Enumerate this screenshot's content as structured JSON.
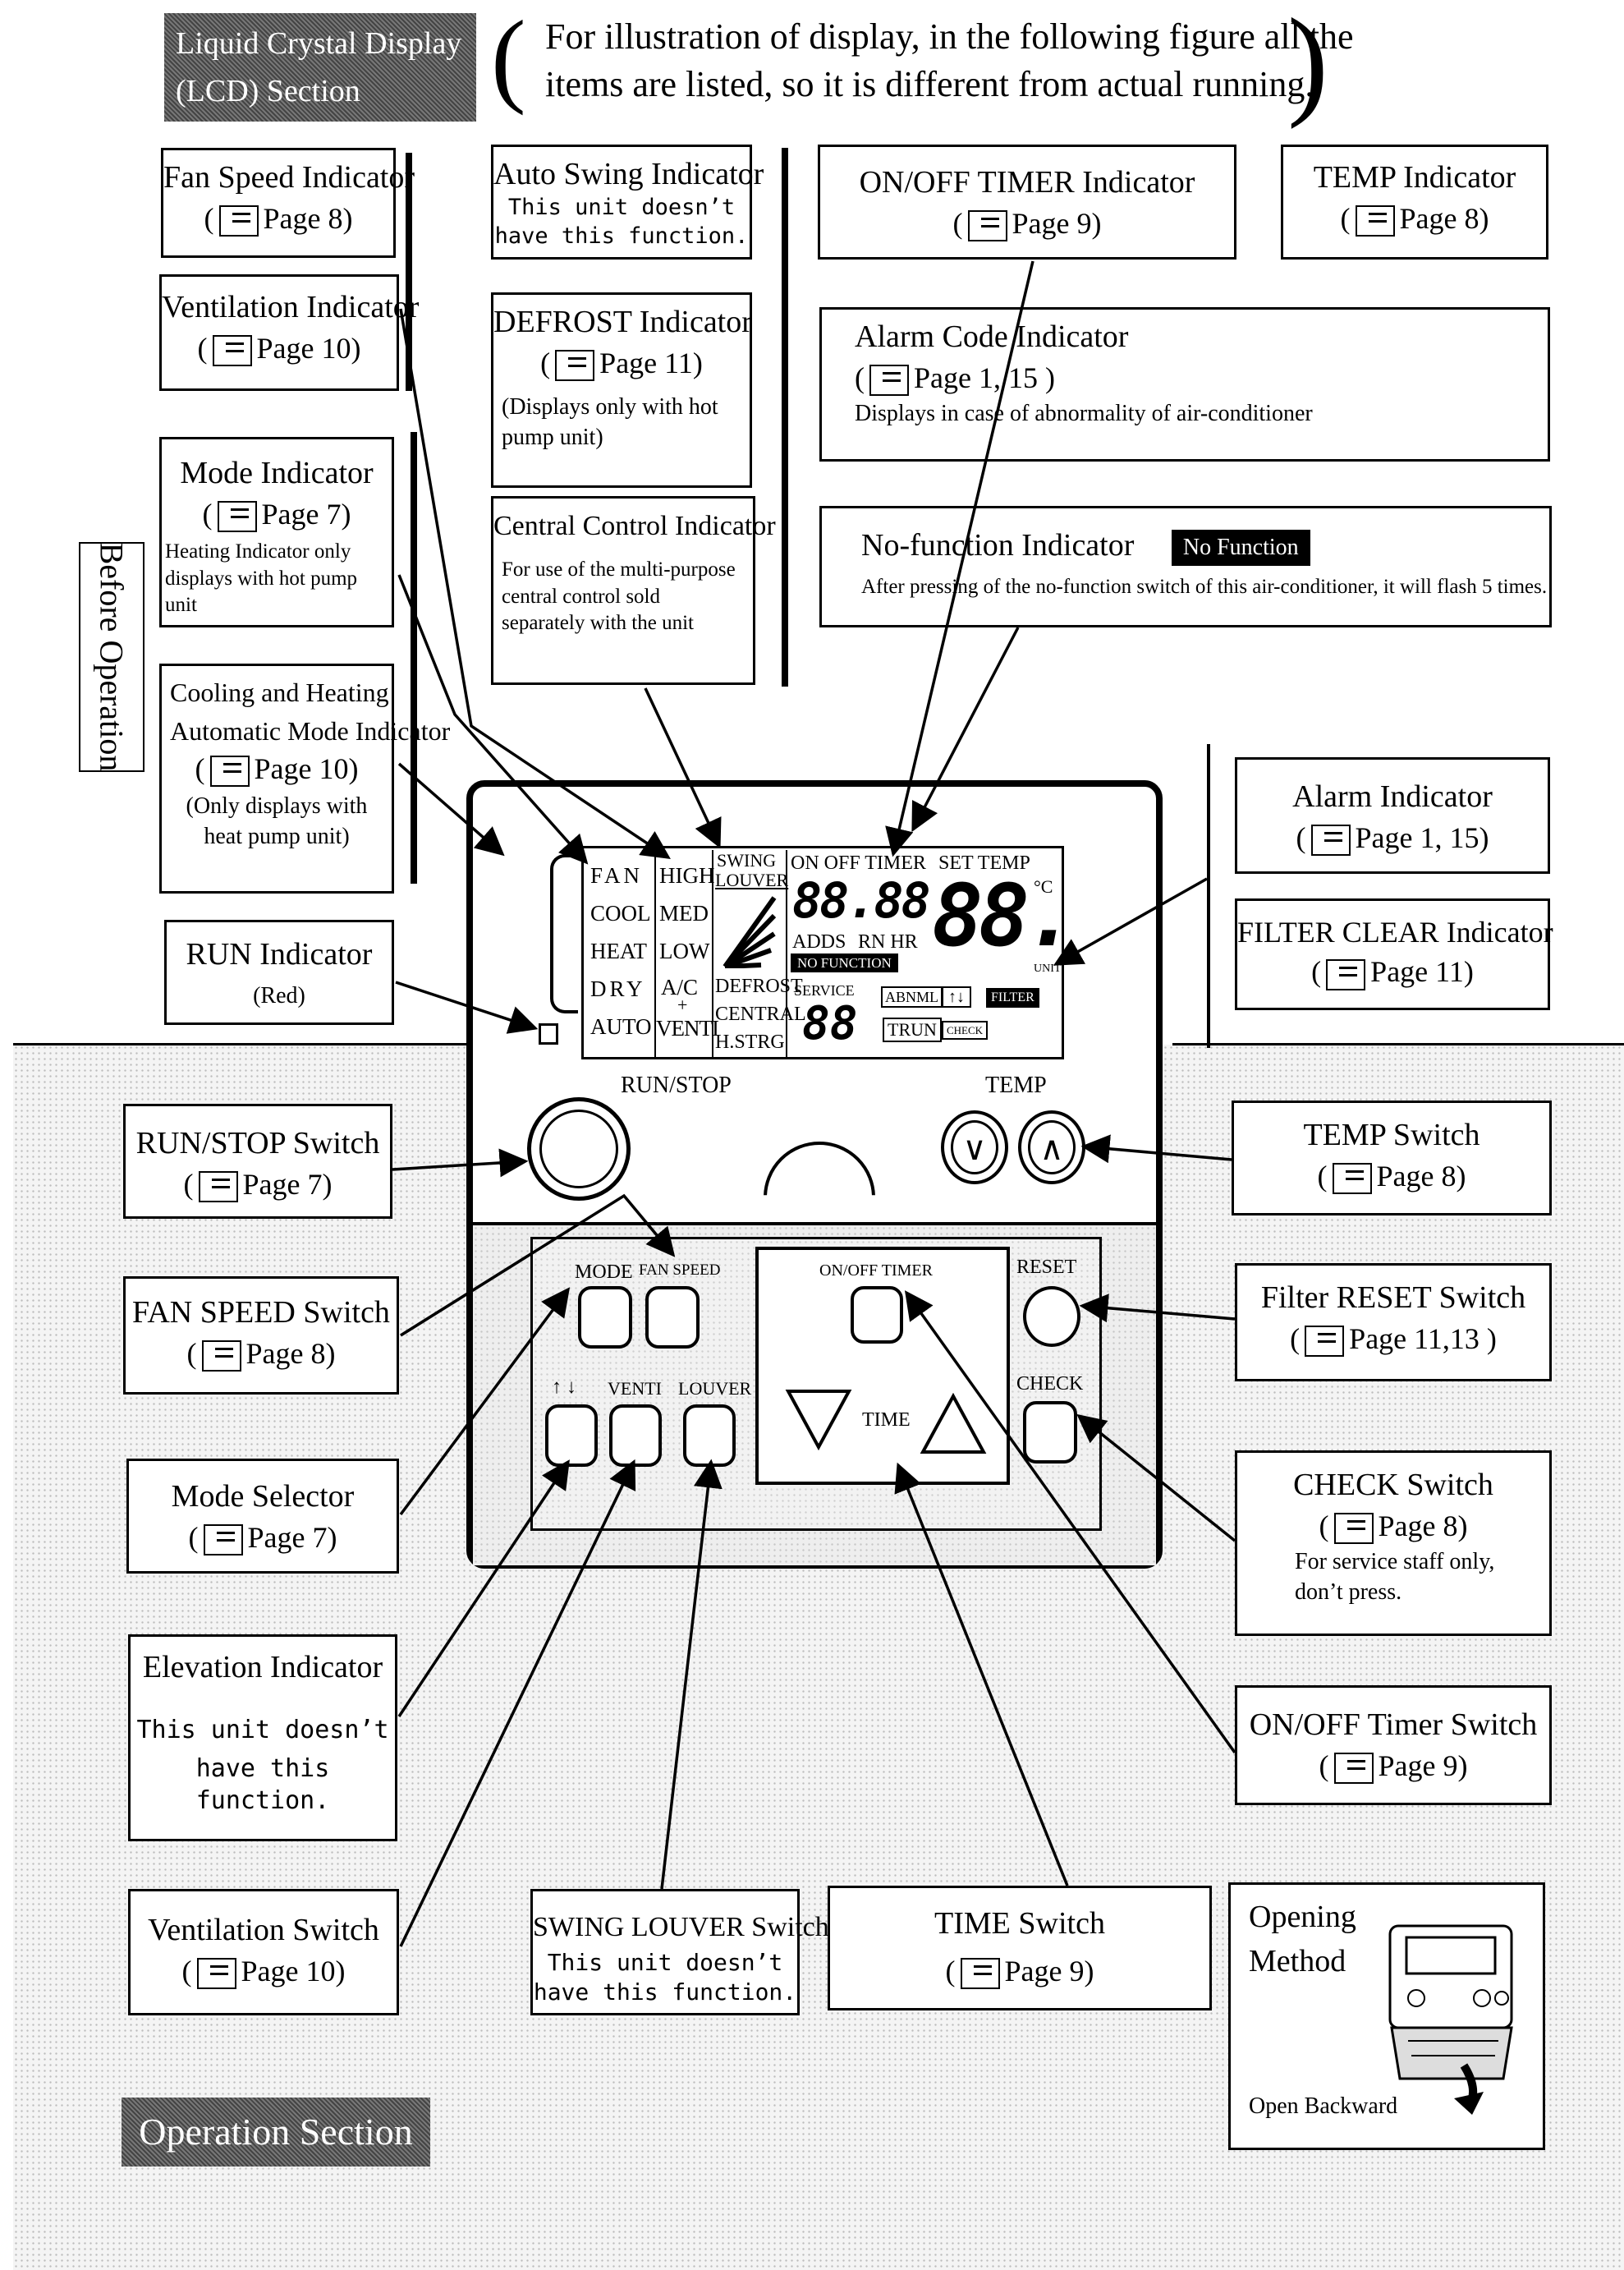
{
  "header": {
    "lcd_section_label_1": "Liquid Crystal Display",
    "lcd_section_label_2": "(LCD) Section",
    "note_line_1": "For illustration of display, in the following figure all the",
    "note_line_2": "items are listed, so it is different from actual running."
  },
  "side_tab": "Before Operation",
  "operation_section_label": "Operation Section",
  "callouts": {
    "fan_speed_ind": {
      "title": "Fan Speed Indicator",
      "open": "(",
      "ref": "Page 8)"
    },
    "auto_swing_ind": {
      "title": "Auto Swing Indicator",
      "line1": "This unit doesn’t",
      "line2": "have this function."
    },
    "onoff_timer_ind": {
      "title": "ON/OFF TIMER Indicator",
      "open": "(",
      "ref": "Page 9)"
    },
    "temp_ind": {
      "title": "TEMP Indicator",
      "open": "(",
      "ref": "Page 8)"
    },
    "ventilation_ind": {
      "title": "Ventilation Indicator",
      "open": "(",
      "ref": "Page 10)"
    },
    "defrost_ind": {
      "title": "DEFROST Indicator",
      "open": "(",
      "ref": "Page 11)",
      "note": "(Displays only with hot pump unit)"
    },
    "alarm_code_ind": {
      "title": "Alarm Code Indicator",
      "open": "(",
      "ref": "Page 1, 15 )",
      "note": "Displays in case of abnormality of air-conditioner"
    },
    "mode_ind": {
      "title": "Mode Indicator",
      "open": "(",
      "ref": "Page 7)",
      "note": "Heating Indicator only displays with hot pump unit"
    },
    "central_ctrl_ind": {
      "title": "Central Control Indicator",
      "note": "For use of the multi-purpose central control sold separately with the unit"
    },
    "nofunc_ind": {
      "title": "No-function Indicator",
      "badge": "No Function",
      "note": "After pressing of the no-function switch of this air-conditioner, it will flash 5 times."
    },
    "auto_mode_ind": {
      "title_1": "Cooling and Heating",
      "title_2": "Automatic Mode Indicator",
      "open": "(",
      "ref": "Page 10)",
      "note": "(Only displays with heat pump unit)"
    },
    "alarm_ind": {
      "title": "Alarm Indicator",
      "open": "(",
      "ref": "Page 1, 15)"
    },
    "filter_clear_ind": {
      "title": "FILTER CLEAR Indicator",
      "open": "(",
      "ref": "Page 11)"
    },
    "run_ind": {
      "title": "RUN Indicator",
      "note": "(Red)"
    },
    "runstop_sw": {
      "title": "RUN/STOP Switch",
      "open": "(",
      "ref": "Page 7)"
    },
    "temp_sw": {
      "title": "TEMP Switch",
      "open": "(",
      "ref": "Page 8)"
    },
    "fanspeed_sw": {
      "title": "FAN SPEED Switch",
      "open": "(",
      "ref": "Page 8)"
    },
    "filter_reset_sw": {
      "title": "Filter RESET Switch",
      "open": "(",
      "ref": "Page 11,13 )"
    },
    "mode_selector": {
      "title": "Mode Selector",
      "open": "(",
      "ref": "Page 7)"
    },
    "check_sw": {
      "title": "CHECK Switch",
      "open": "(",
      "ref": "Page 8)",
      "note": "For service staff only, don’t press."
    },
    "elevation_ind": {
      "title": "Elevation Indicator",
      "line1": "This unit doesn’t",
      "line2": "have this function."
    },
    "onoff_timer_sw": {
      "title": "ON/OFF Timer Switch",
      "open": "(",
      "ref": "Page 9)"
    },
    "ventilation_sw": {
      "title": "Ventilation Switch",
      "open": "(",
      "ref": "Page 10)"
    },
    "swing_louver_sw": {
      "title": "SWING LOUVER Switch",
      "line1": "This unit doesn’t",
      "line2": "have this function."
    },
    "time_sw": {
      "title": "TIME Switch",
      "open": "(",
      "ref": "Page 9)"
    },
    "opening_method": {
      "title_1": "Opening",
      "title_2": "Method",
      "note": "Open Backward"
    }
  },
  "lcd": {
    "modes": [
      "FAN",
      "COOL",
      "HEAT",
      "DRY",
      "AUTO"
    ],
    "speeds": [
      "HIGH",
      "MED",
      "LOW",
      "A/C",
      "+",
      "VENTI"
    ],
    "swing": [
      "SWING",
      "LOUVER"
    ],
    "mid_labels": [
      "DEFROST",
      "CENTRAL",
      "H.STRG"
    ],
    "timer_top": "ON OFF TIMER",
    "set_temp": "SET TEMP",
    "timer_digits": "88.88",
    "adds": "ADDS",
    "rn_hr": "RN HR",
    "no_function": "NO FUNCTION",
    "service": "SERVICE",
    "service_digits": "88",
    "temp_digits": "88.",
    "unit_c": "°C",
    "unit": "UNIT",
    "abnml": "ABNML",
    "arrows": "↑↓",
    "filter": "FILTER",
    "trun": "TRUN",
    "check": "CHECK"
  },
  "panel": {
    "run_stop": "RUN/STOP",
    "temp": "TEMP",
    "mode": "MODE",
    "fan_speed": "FAN SPEED",
    "onoff_timer": "ON/OFF TIMER",
    "reset": "RESET",
    "check": "CHECK",
    "up_down": "↑ ↓",
    "venti": "VENTI",
    "louver": "LOUVER",
    "time": "TIME"
  }
}
